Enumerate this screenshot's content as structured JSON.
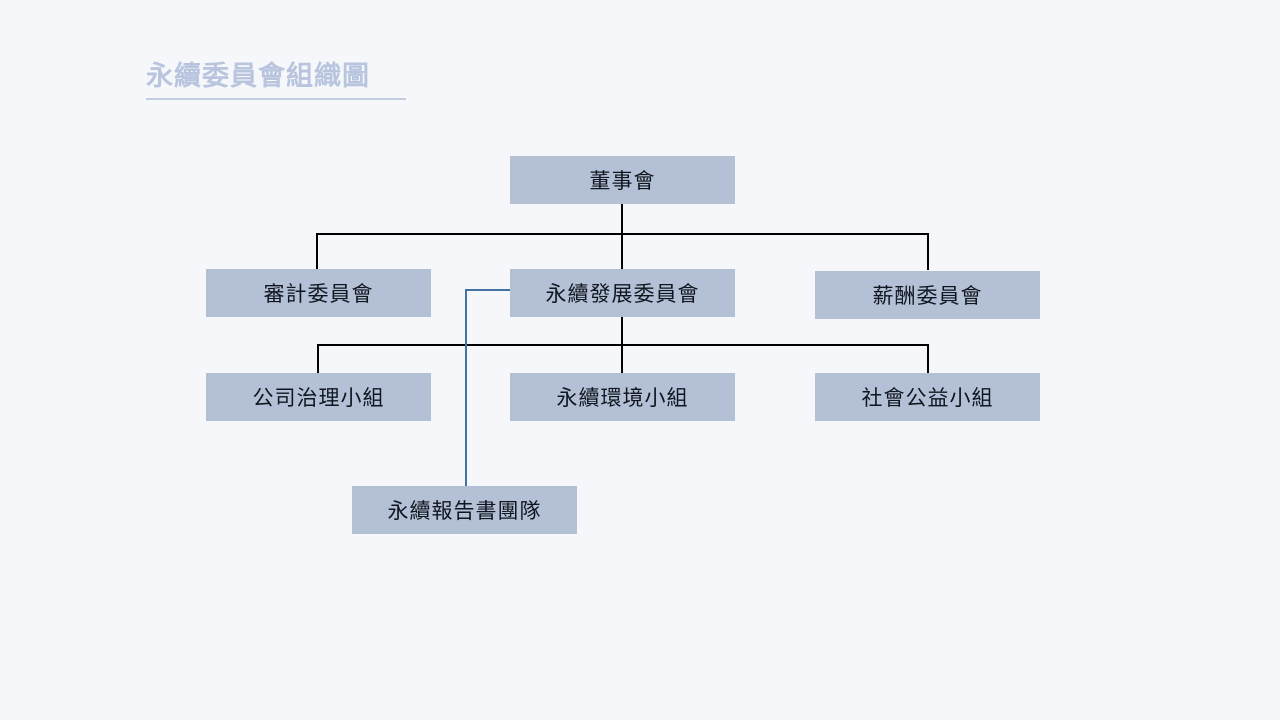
{
  "page": {
    "background_color": "#f5f7fa",
    "title": "永續委員會組織圖",
    "title_color": "#b9c5de"
  },
  "org_chart": {
    "node_fill_color": "#b4c0d6",
    "node_text_color": "#10161f",
    "connector_color": "#000000",
    "dotted_report_connector_color": "#4472a4",
    "levels": [
      {
        "level": 1,
        "nodes": [
          {
            "id": "board",
            "label": "董事會"
          }
        ]
      },
      {
        "level": 2,
        "nodes": [
          {
            "id": "audit-committee",
            "label": "審計委員會"
          },
          {
            "id": "sustainability-committee",
            "label": "永續發展委員會"
          },
          {
            "id": "compensation-committee",
            "label": "薪酬委員會"
          }
        ]
      },
      {
        "level": 3,
        "nodes": [
          {
            "id": "governance-group",
            "label": "公司治理小組"
          },
          {
            "id": "environment-group",
            "label": "永續環境小組"
          },
          {
            "id": "social-group",
            "label": "社會公益小組"
          }
        ]
      },
      {
        "level": 4,
        "nodes": [
          {
            "id": "report-team",
            "label": "永續報告書團隊"
          }
        ]
      }
    ]
  }
}
